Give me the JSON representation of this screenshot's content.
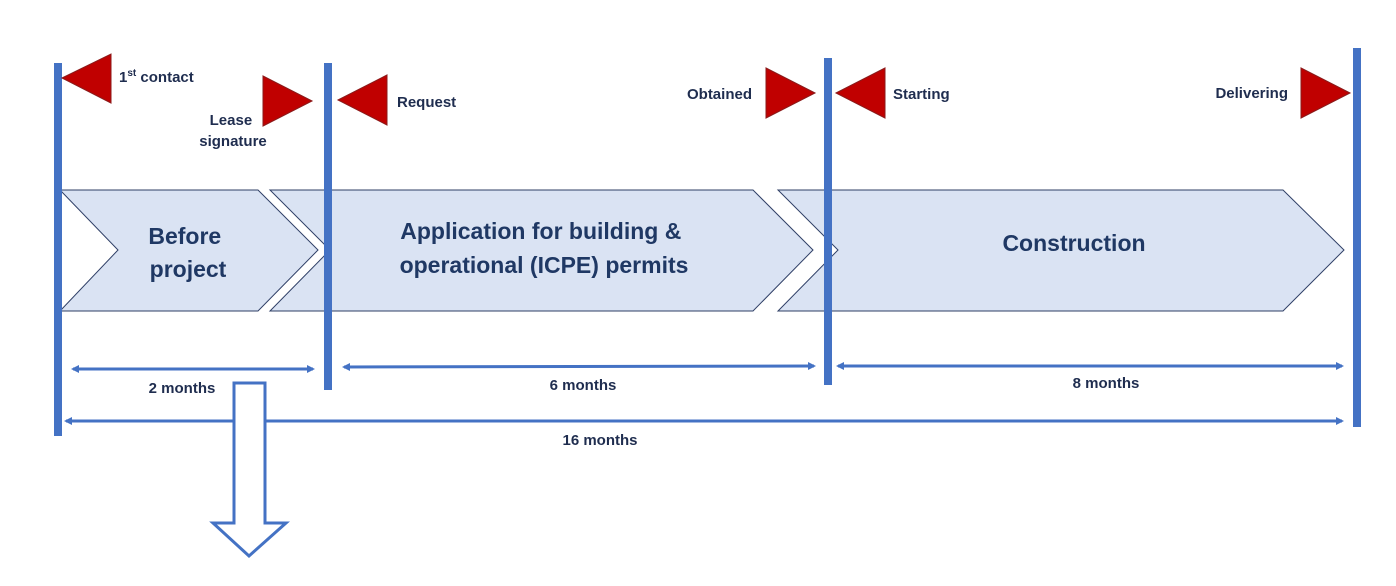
{
  "colors": {
    "milestone_line": "#4472c4",
    "flag_fill": "#c00000",
    "flag_stroke": "#8b1a1a",
    "phase_fill": "#dae3f3",
    "phase_stroke": "#2f3f66",
    "arrow": "#4472c4",
    "text": "#1f2d4f"
  },
  "milestones": {
    "first_contact": {
      "label": "1",
      "label_sup": "st",
      "label_rest": " contact"
    },
    "lease_signature": {
      "line1": "Lease",
      "line2": "signature"
    },
    "request": {
      "label": "Request"
    },
    "obtained": {
      "label": "Obtained"
    },
    "starting": {
      "label": "Starting"
    },
    "delivering": {
      "label": "Delivering"
    }
  },
  "phases": {
    "before_project": {
      "line1": "Before",
      "line2": "project"
    },
    "application": {
      "line1": "Application for building &",
      "line2": "operational (ICPE) permits"
    },
    "construction": {
      "line1": "Construction"
    }
  },
  "durations": {
    "before_project": "2 months",
    "application": "6 months",
    "construction": "8 months",
    "total": "16 months"
  }
}
